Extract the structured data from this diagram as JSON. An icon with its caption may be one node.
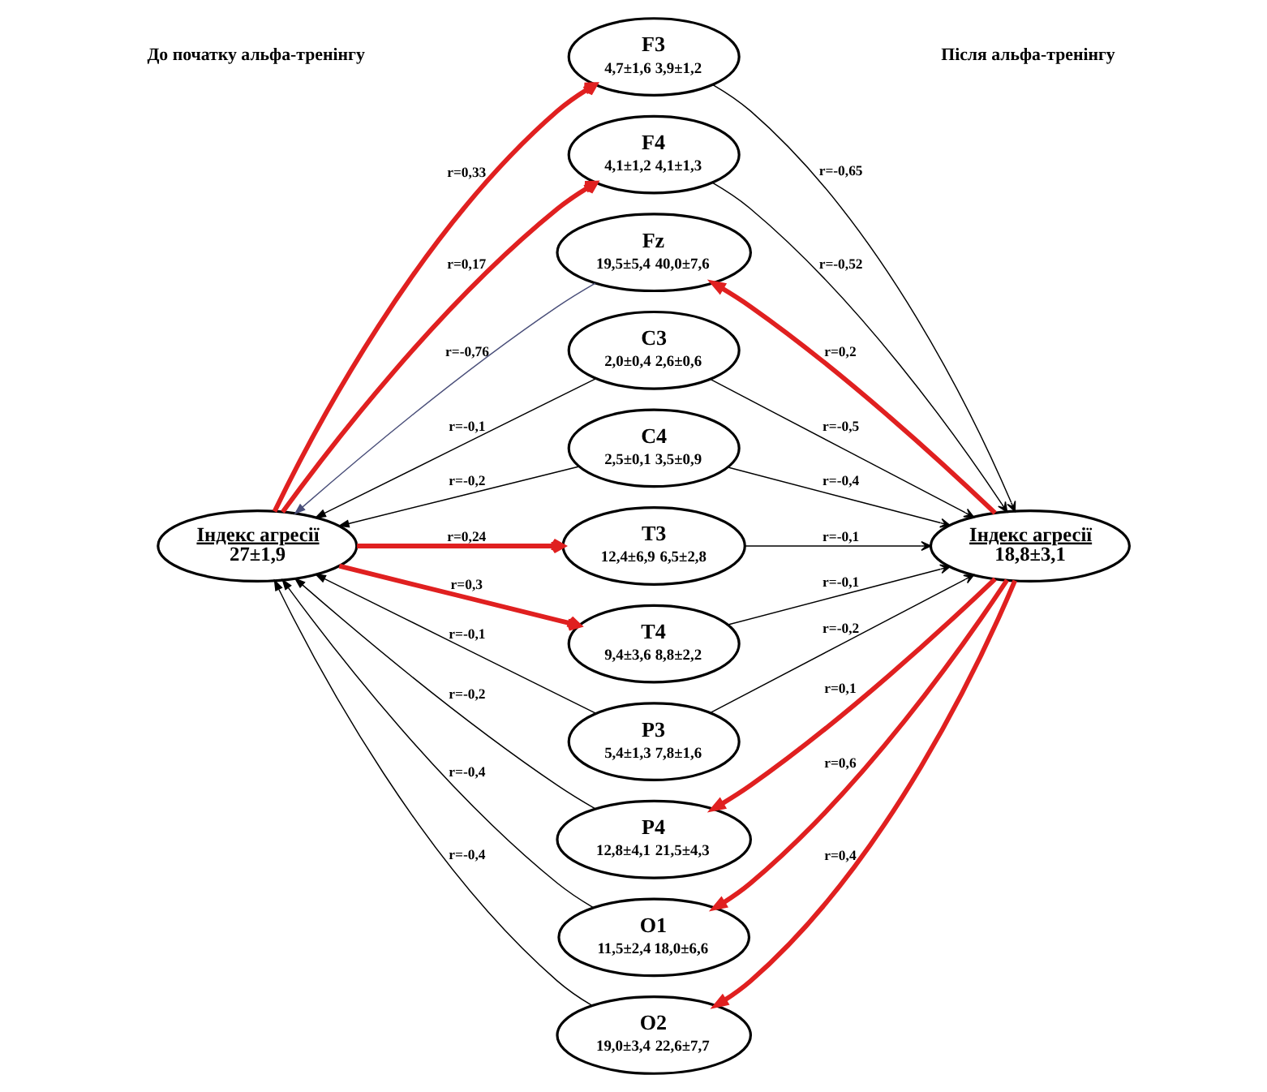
{
  "diagram": {
    "nodes": [
      {
        "text": [
          "F3",
          "4,7±1,6",
          "3,9±1,2"
        ]
      },
      {
        "text": [
          "F4",
          "4,1±1,2",
          "4,1±1,3"
        ]
      },
      {
        "text": [
          "Fz",
          "19,5±5,4",
          "40,0±7,6"
        ]
      },
      {
        "text": [
          "C3",
          "2,0±0,4",
          "2,6±0,6"
        ]
      },
      {
        "text": [
          "C4",
          "2,5±0,1",
          "3,5±0,9"
        ]
      },
      {
        "text": [
          "T3",
          "12,4±6,9",
          "6,5±2,8"
        ]
      },
      {
        "text": [
          "T4",
          "9,4±3,6",
          "8,8±2,2"
        ]
      },
      {
        "text": [
          "P3",
          "5,4±1,3",
          "7,8±1,6"
        ]
      },
      {
        "text": [
          "P4",
          "12,8±4,1",
          "21,5±4,3"
        ]
      },
      {
        "text": [
          "O1",
          "11,5±2,4",
          "18,0±6,6"
        ]
      },
      {
        "text": [
          "O2",
          "19,0±3,4",
          "22,6±7,7"
        ]
      },
      {
        "text": [
          "Індекс агресії",
          "27±1,9"
        ]
      },
      {
        "text": [
          "Індекс агресії",
          "18,8±3,1"
        ]
      }
    ],
    "edges": [
      {
        "from": 11,
        "to": 0,
        "arrow": "to",
        "label": "r=0,33",
        "style": "thick",
        "color": "#e02020"
      },
      {
        "from": 11,
        "to": 1,
        "arrow": "to",
        "label": "r=0,17",
        "style": "thick",
        "color": "#e02020"
      },
      {
        "from": 2,
        "to": 11,
        "arrow": "to",
        "label": "r=-0,76",
        "color": "#4a4f7a"
      },
      {
        "from": 3,
        "to": 11,
        "arrow": "to",
        "label": "r=-0,1"
      },
      {
        "from": 4,
        "to": 11,
        "arrow": "to",
        "label": "r=-0,2"
      },
      {
        "from": 11,
        "to": 5,
        "arrow": "to",
        "label": "r=0,24",
        "style": "thick",
        "color": "#e02020"
      },
      {
        "from": 11,
        "to": 6,
        "arrow": "to",
        "label": "r=0,3",
        "style": "thick",
        "color": "#e02020"
      },
      {
        "from": 7,
        "to": 11,
        "arrow": "to",
        "label": "r=-0,1"
      },
      {
        "from": 8,
        "to": 11,
        "arrow": "to",
        "label": "r=-0,2"
      },
      {
        "from": 9,
        "to": 11,
        "arrow": "to",
        "label": "r=-0,4"
      },
      {
        "from": 10,
        "to": 11,
        "arrow": "to",
        "label": "r=-0,4"
      },
      {
        "from": 0,
        "to": 12,
        "arrow": "to",
        "label": "r=-0,65"
      },
      {
        "from": 1,
        "to": 12,
        "arrow": "to",
        "label": "r=-0,52"
      },
      {
        "from": 12,
        "to": 2,
        "arrow": "to",
        "label": "r=0,2",
        "style": "thick",
        "color": "#e02020"
      },
      {
        "from": 3,
        "to": 12,
        "arrow": "to",
        "label": "r=-0,5"
      },
      {
        "from": 4,
        "to": 12,
        "arrow": "to",
        "label": "r=-0,4"
      },
      {
        "from": 5,
        "to": 12,
        "arrow": "to",
        "label": "r=-0,1"
      },
      {
        "from": 6,
        "to": 12,
        "arrow": "to",
        "label": "r=-0,1"
      },
      {
        "from": 7,
        "to": 12,
        "arrow": "to",
        "label": "r=-0,2"
      },
      {
        "from": 12,
        "to": 8,
        "arrow": "to",
        "label": "r=0,1",
        "style": "thick",
        "color": "#e02020"
      },
      {
        "from": 12,
        "to": 9,
        "arrow": "to",
        "label": "r=0,6",
        "style": "thick",
        "color": "#e02020"
      },
      {
        "from": 12,
        "to": 10,
        "arrow": "to",
        "label": "r=0,4",
        "style": "thick",
        "color": "#e02020"
      }
    ],
    "labels": [
      "До початку альфа-тренінгу",
      "Після альфа-тренінгу"
    ]
  }
}
